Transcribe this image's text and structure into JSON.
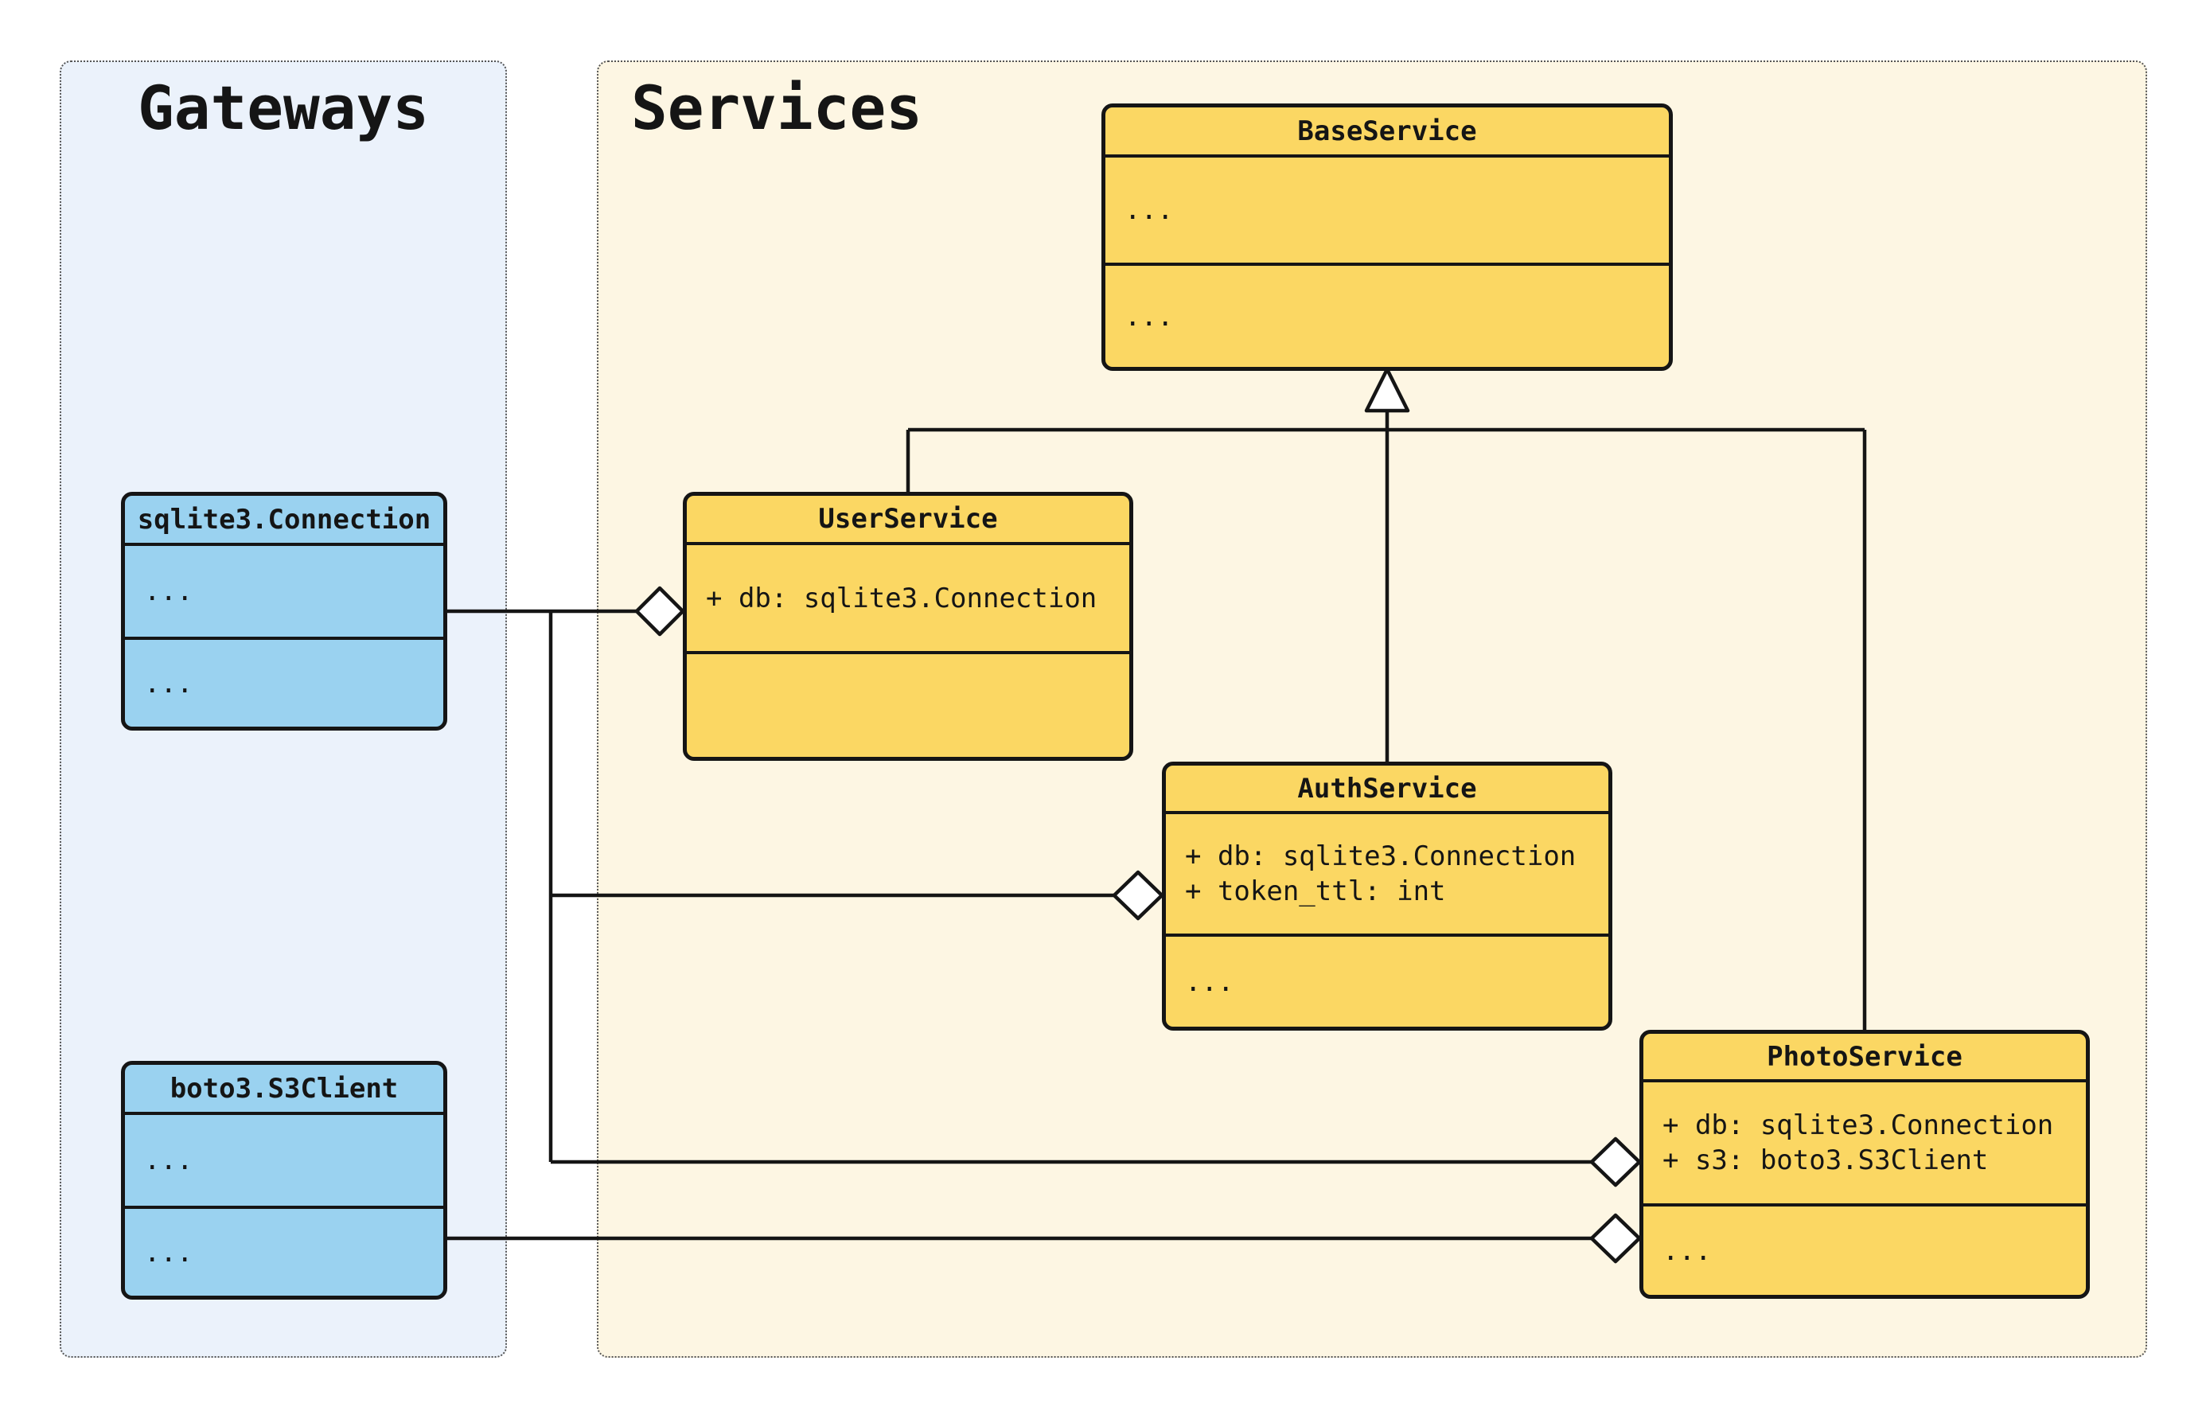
{
  "diagram_title": "",
  "groups": {
    "gateways": {
      "title": "Gateways"
    },
    "services": {
      "title": "Services"
    }
  },
  "classes": {
    "base_service": {
      "name": "BaseService",
      "attributes": [
        "..."
      ],
      "methods": [
        "..."
      ]
    },
    "user_service": {
      "name": "UserService",
      "attributes": [
        "+ db: sqlite3.Connection"
      ],
      "methods": []
    },
    "auth_service": {
      "name": "AuthService",
      "attributes": [
        "+ db: sqlite3.Connection",
        "+ token_ttl: int"
      ],
      "methods": [
        "..."
      ]
    },
    "photo_service": {
      "name": "PhotoService",
      "attributes": [
        "+ db: sqlite3.Connection",
        "+ s3: boto3.S3Client"
      ],
      "methods": [
        "..."
      ]
    },
    "sqlite3_connection": {
      "name": "sqlite3.Connection",
      "attributes": [
        "..."
      ],
      "methods": [
        "..."
      ]
    },
    "boto3_s3client": {
      "name": "boto3.S3Client",
      "attributes": [
        "..."
      ],
      "methods": [
        "..."
      ]
    }
  },
  "relationships": {
    "inheritance": [
      {
        "from": "UserService",
        "to": "BaseService"
      },
      {
        "from": "AuthService",
        "to": "BaseService"
      },
      {
        "from": "PhotoService",
        "to": "BaseService"
      }
    ],
    "aggregation": [
      {
        "owner": "UserService",
        "part": "sqlite3.Connection"
      },
      {
        "owner": "AuthService",
        "part": "sqlite3.Connection"
      },
      {
        "owner": "PhotoService",
        "part": "sqlite3.Connection"
      },
      {
        "owner": "PhotoService",
        "part": "boto3.S3Client"
      }
    ]
  },
  "colors": {
    "service_fill": "#FBD763",
    "gateway_fill": "#9AD2F0",
    "services_group_bg": "#FDF6E3",
    "gateways_group_bg": "#EBF2FB",
    "stroke": "#151515",
    "group_border": "#555555"
  }
}
